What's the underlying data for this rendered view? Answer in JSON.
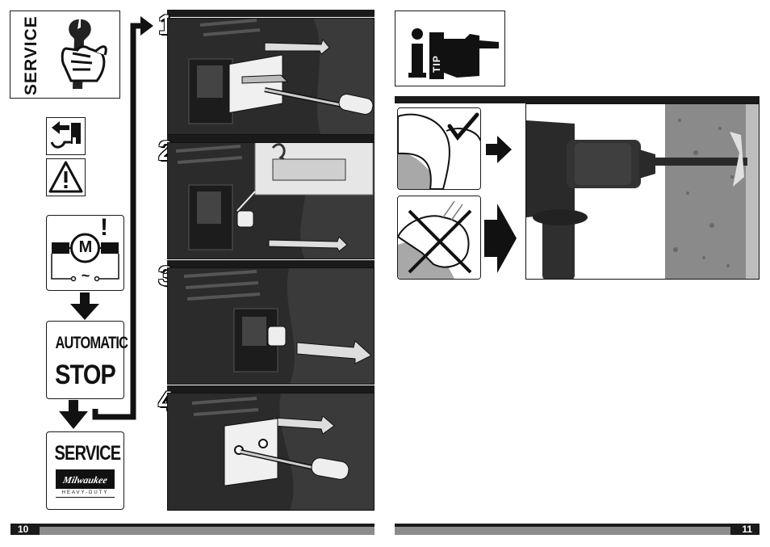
{
  "left_page": {
    "service_badge": {
      "label": "SERVICE"
    },
    "flow": {
      "motor_label": "M",
      "motor_exclaim": "!",
      "ac_symbol": "~",
      "automatic_line1": "AUTOMATIC",
      "automatic_line2": "STOP",
      "service_label": "SERVICE",
      "brand_logo_text": "Milwaukee",
      "brand_tagline": "HEAVY-DUTY"
    },
    "steps": [
      {
        "number": "1"
      },
      {
        "number": "2"
      },
      {
        "number": "3"
      },
      {
        "number": "4"
      }
    ],
    "page_number": "10"
  },
  "right_page": {
    "tip_badge": {
      "letter": "i",
      "label": "TIP"
    },
    "page_number": "11"
  },
  "colors": {
    "dark": "#1a1a1a",
    "photo": "#2e2e2e",
    "accent_grey": "#8c8c8c",
    "skin_grey": "#bdbdbd"
  }
}
